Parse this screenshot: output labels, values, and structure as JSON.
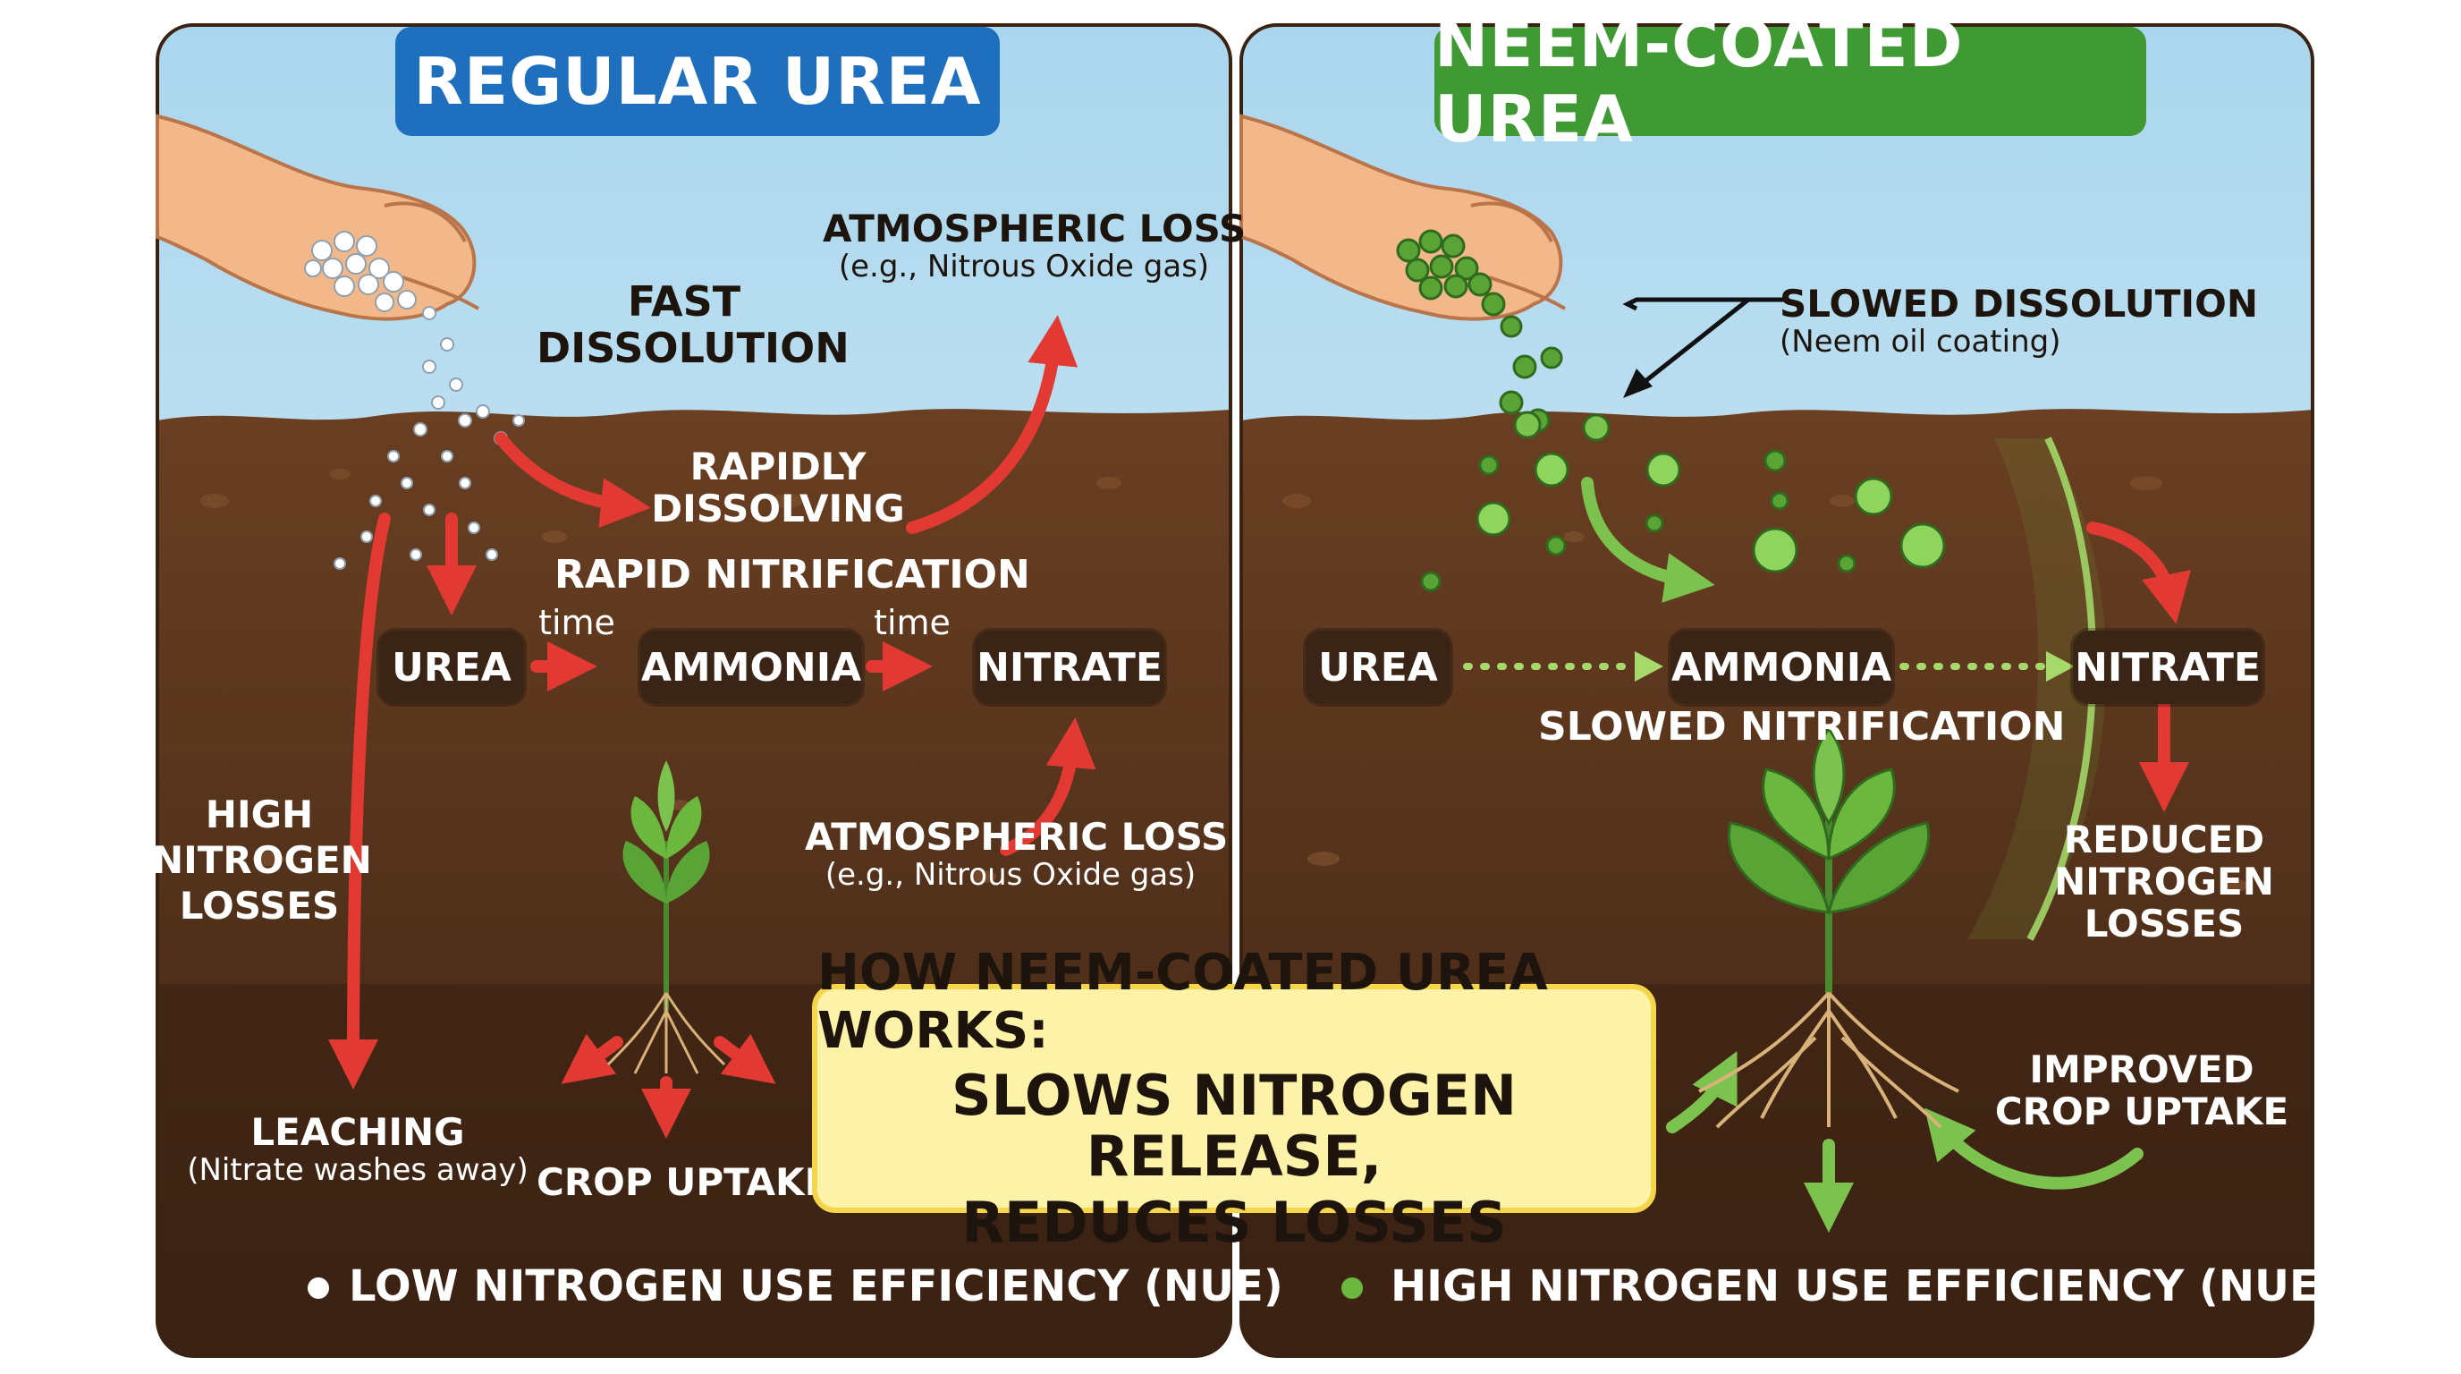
{
  "left_panel": {
    "title": "REGULAR UREA",
    "fast_dissolution_1": "FAST",
    "fast_dissolution_2": "DISSOLUTION",
    "atmos_top_1": "ATMOSPHERIC LOSS",
    "atmos_top_2": "(e.g., Nitrous Oxide gas)",
    "rapidly_1": "RAPIDLY",
    "rapidly_2": "DISSOLVING",
    "rapid_nitrification": "RAPID NITRIFICATION",
    "time_1": "time",
    "time_2": "time",
    "urea": "UREA",
    "ammonia": "AMMONIA",
    "nitrate": "NITRATE",
    "high_losses_1": "HIGH",
    "high_losses_2": "NITROGEN",
    "high_losses_3": "LOSSES",
    "atmos_bottom_1": "ATMOSPHERIC LOSS",
    "atmos_bottom_2": "(e.g., Nitrous Oxide gas)",
    "leaching_1": "LEACHING",
    "leaching_2": "(Nitrate washes away)",
    "crop_uptake": "CROP UPTAKE",
    "efficiency": "LOW NITROGEN USE EFFICIENCY (NUE)"
  },
  "right_panel": {
    "title": "NEEM-COATED UREA",
    "slowed_dissolution_1": "SLOWED DISSOLUTION",
    "slowed_dissolution_2": "(Neem oil coating)",
    "urea": "UREA",
    "ammonia": "AMMONIA",
    "nitrate": "NITRATE",
    "slowed_nitrification": "SLOWED NITRIFICATION",
    "reduced_1": "REDUCED",
    "reduced_2": "NITROGEN",
    "reduced_3": "LOSSES",
    "improved_1": "IMPROVED",
    "improved_2": "CROP UPTAKE",
    "efficiency": "HIGH NITROGEN USE EFFICIENCY (NUE)"
  },
  "callout": {
    "line1": "HOW NEEM-COATED UREA WORKS:",
    "line2": "SLOWS NITROGEN RELEASE,",
    "line3": "REDUCES LOSSES"
  },
  "colors": {
    "regular_banner": "#1f6fbf",
    "neem_banner": "#3f9a34",
    "red_arrow": "#e23a32",
    "green_arrow": "#7cc24e",
    "soil_dark": "#3d2414",
    "sky": "#cfe7f3"
  }
}
